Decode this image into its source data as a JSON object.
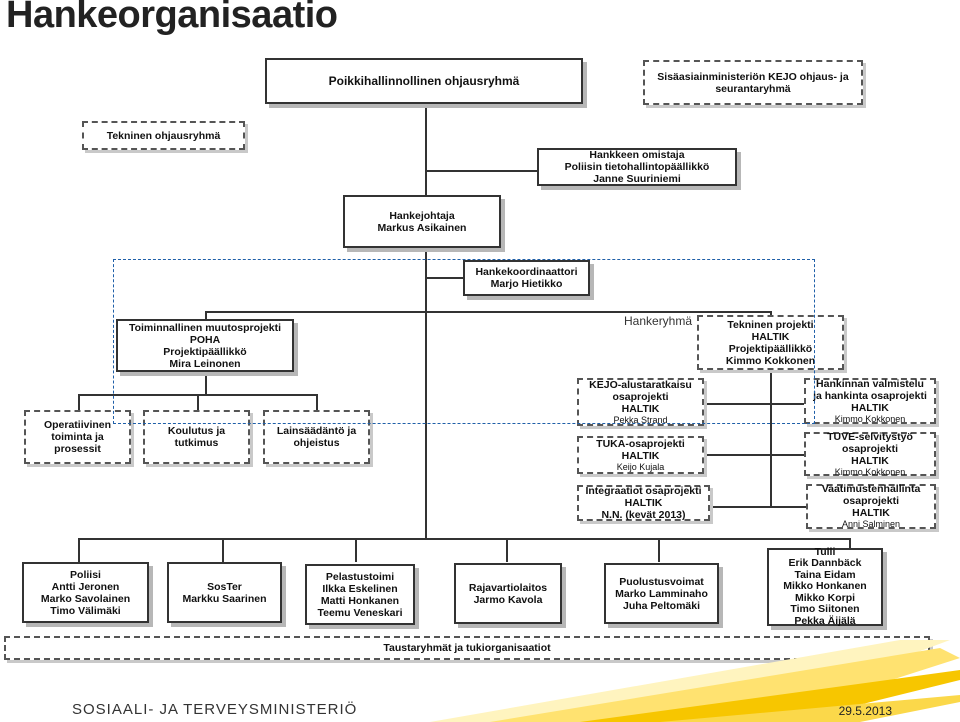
{
  "title": "Hankeorganisaatio",
  "boxes": {
    "steering": [
      "Poikkihallinnollinen ohjausryhmä"
    ],
    "kejo": [
      "Sisäasiainministeriön KEJO ohjaus- ja",
      "seurantaryhmä"
    ],
    "tech_steering": [
      "Tekninen ohjausryhmä"
    ],
    "owner": [
      "Hankkeen omistaja",
      "Poliisin tietohallintopäällikkö",
      "Janne Suuriniemi"
    ],
    "pm": [
      "Hankejohtaja",
      "Markus Asikainen"
    ],
    "coord": [
      "Hankekoordinaattori",
      "Marjo Hietikko"
    ],
    "poha": [
      "Toiminnallinen muutosprojekti",
      "POHA",
      "Projektipäällikkö",
      "Mira Leinonen"
    ],
    "tech_proj": [
      "Tekninen projekti",
      "HALTIK",
      "Projektipäällikkö",
      "Kimmo Kokkonen"
    ],
    "op": [
      "Operatiivinen",
      "toiminta ja",
      "prosessit"
    ],
    "training": [
      "Koulutus ja",
      "tutkimus"
    ],
    "legal": [
      "Lainsäädäntö ja",
      "ohjeistus"
    ],
    "kejo_platform": [
      "KEJO-alustaratkaisu",
      "osaprojekti",
      "HALTIK",
      "Pekka Strand"
    ],
    "tuka": [
      "TUKA-osaprojekti",
      "HALTIK",
      "Keijo Kujala"
    ],
    "integr": [
      "Integraatiot osaprojekti",
      "HALTIK",
      "N.N. (kevät 2013)"
    ],
    "procurement": [
      "Hankinnan valmistelu",
      "ja hankinta osaprojekti",
      "HALTIK",
      "Kimmo Kokkonen"
    ],
    "tuve": [
      "TUVE-selvitystyö",
      "osaprojekti",
      "HALTIK",
      "Kimmo Kokkonen"
    ],
    "reqs": [
      "Vaatimustenhallinta",
      "osaprojekti",
      "HALTIK",
      "Anni Salminen"
    ],
    "poliisi": [
      "Poliisi",
      "Antti Jeronen",
      "Marko Savolainen",
      "Timo Välimäki"
    ],
    "soster": [
      "SosTer",
      "Markku Saarinen"
    ],
    "pelastus": [
      "Pelastustoimi",
      "Ilkka Eskelinen",
      "Matti Honkanen",
      "Teemu Veneskari"
    ],
    "raja": [
      "Rajavartiolaitos",
      "Jarmo Kavola"
    ],
    "puolustus": [
      "Puolustusvoimat",
      "Marko Lamminaho",
      "Juha Peltomäki"
    ],
    "tulli": [
      "Tulli",
      "Erik Dannbäck",
      "Taina Eidam",
      "Mikko Honkanen",
      "Mikko Korpi",
      "Timo Siitonen",
      "Pekka Äijälä"
    ],
    "bg": [
      "Taustaryhmät ja tukiorganisaatiot"
    ]
  },
  "selection_label": "Hankeryhmä",
  "footer": {
    "ministry": "SOSIAALI- JA TERVEYSMINISTERIÖ",
    "date": "29.5.2013"
  },
  "colors": {
    "accent_yellow": "#f7c600",
    "selection_blue": "#1f5fa8"
  }
}
